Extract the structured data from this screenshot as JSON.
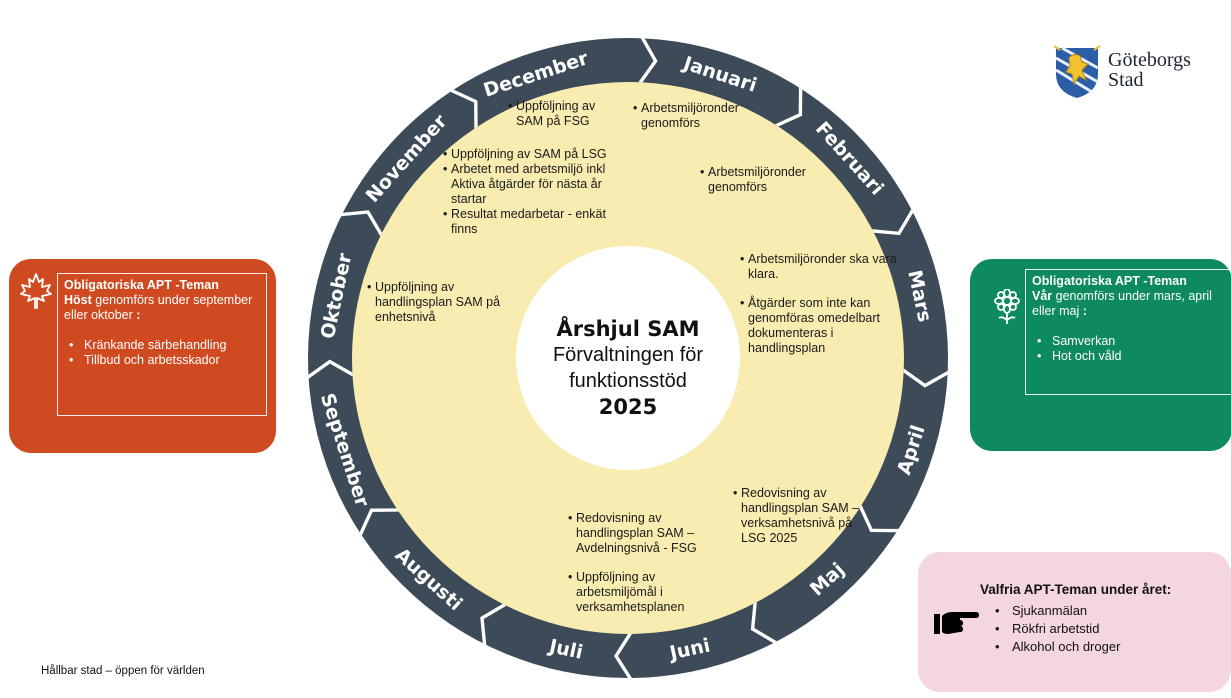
{
  "title": "Årshjul SAM",
  "subtitle": "Förvaltningen för funktionsstöd",
  "year": "2025",
  "months": [
    "Januari",
    "Februari",
    "Mars",
    "April",
    "Maj",
    "Juni",
    "Juli",
    "Augusti",
    "September",
    "Oktober",
    "November",
    "December"
  ],
  "notes": {
    "december": [
      "Uppföljning av SAM på FSG"
    ],
    "january": [
      "Arbetsmiljöronder genomförs"
    ],
    "february": [
      "Arbetsmiljöronder genomförs"
    ],
    "november": [
      "Uppföljning av SAM på LSG",
      "Arbetet med arbetsmiljö inkl Aktiva åtgärder för nästa år startar",
      "Resultat medarbetar - enkät finns"
    ],
    "october": [
      "Uppföljning av handlingsplan SAM på enhetsnivå"
    ],
    "march_1": "Arbetsmiljöronder ska vara klara.",
    "march_2": "Åtgärder som inte kan genomföras omedelbart dokumenteras i handlingsplan",
    "april": [
      "Redovisning av handlingsplan SAM – verksamhetsnivå på LSG 2025"
    ],
    "june_1": "Redovisning av handlingsplan SAM – Avdelningsnivå - FSG",
    "june_2": "Uppföljning av arbetsmiljömål i verksamhetsplanen"
  },
  "autumn_panel": {
    "heading": "Obligatoriska APT -Teman",
    "season": "Höst",
    "line": " genomförs under september eller oktober",
    "colon": " :",
    "items": [
      "Kränkande särbehandling",
      "Tillbud och arbetsskador"
    ],
    "color": "#d04a21",
    "icon": "maple-leaf-icon"
  },
  "spring_panel": {
    "heading": "Obligatoriska APT -Teman",
    "season": "Vår",
    "line": " genomförs under mars, april eller maj",
    "colon": " :",
    "items": [
      "Samverkan",
      "Hot och våld"
    ],
    "color": "#0e8a5f",
    "icon": "flower-icon"
  },
  "optional_panel": {
    "title": "Valfria APT-Teman under året:",
    "items": [
      "Sjukanmälan",
      "Rökfri arbetstid",
      "Alkohol och droger"
    ],
    "color": "#f4d6e0",
    "icon": "pointing-hand-icon"
  },
  "logo": {
    "line1": "Göteborgs",
    "line2": "Stad",
    "icon": "coat-of-arms-icon"
  },
  "footer": "Hållbar stad – öppen för världen",
  "colors": {
    "ring": "#3d4a58",
    "inner": "#f8ecb0",
    "center": "#ffffff"
  }
}
